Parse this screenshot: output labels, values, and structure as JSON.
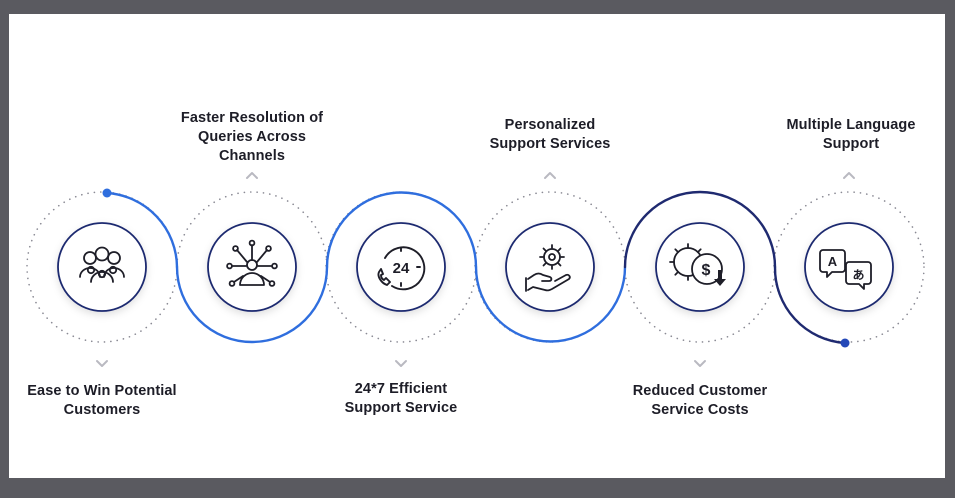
{
  "colors": {
    "primary_blue": "#2f6ede",
    "navy": "#1f2a70",
    "dots": "#8a8a94",
    "icon_stroke": "#1e1e28",
    "background_outer": "#5a5a60"
  },
  "steps": [
    {
      "icon": "users-group-icon",
      "label_lines": [
        "Ease to Win Potential",
        "Customers"
      ],
      "label_position": "bottom"
    },
    {
      "icon": "network-hub-icon",
      "label_lines": [
        "Faster Resolution of",
        "Queries Across",
        "Channels"
      ],
      "label_position": "top"
    },
    {
      "icon": "clock-24-phone-icon",
      "label_lines": [
        "24*7 Efficient",
        "Support Service"
      ],
      "label_position": "bottom"
    },
    {
      "icon": "hand-gear-icon",
      "label_lines": [
        "Personalized",
        "Support Services"
      ],
      "label_position": "top"
    },
    {
      "icon": "gear-dollar-down-icon",
      "label_lines": [
        "Reduced Customer",
        "Service Costs"
      ],
      "label_position": "bottom"
    },
    {
      "icon": "translation-icon",
      "label_lines": [
        "Multiple Language",
        "Support"
      ],
      "label_position": "top"
    }
  ],
  "translation_glyphs": {
    "latin": "A",
    "japanese": "あ"
  },
  "clock_text": "24",
  "dollar_text": "$"
}
